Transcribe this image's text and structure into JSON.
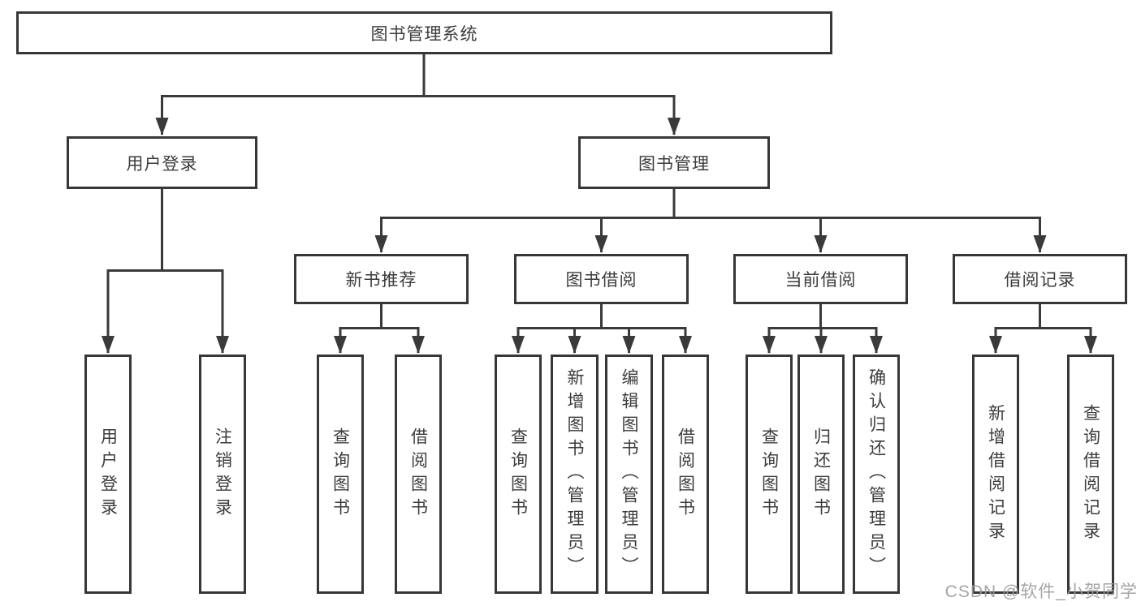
{
  "tree": {
    "label": "图书管理系统",
    "children": [
      {
        "label": "用户登录",
        "children": [
          {
            "label": "用户登录"
          },
          {
            "label": "注销登录"
          }
        ]
      },
      {
        "label": "图书管理",
        "children": [
          {
            "label": "新书推荐",
            "children": [
              {
                "label": "查询图书"
              },
              {
                "label": "借阅图书"
              }
            ]
          },
          {
            "label": "图书借阅",
            "children": [
              {
                "label": "查询图书"
              },
              {
                "label": "新增图书（管理员）"
              },
              {
                "label": "编辑图书（管理员）"
              },
              {
                "label": "借阅图书"
              }
            ]
          },
          {
            "label": "当前借阅",
            "children": [
              {
                "label": "查询图书"
              },
              {
                "label": "归还图书"
              },
              {
                "label": "确认归还（管理员）"
              }
            ]
          },
          {
            "label": "借阅记录",
            "children": [
              {
                "label": "新增借阅记录"
              },
              {
                "label": "查询借阅记录"
              }
            ]
          }
        ]
      }
    ]
  },
  "watermark": "CSDN @软件_小贺同学",
  "colors": {
    "line": "#3a3a3a",
    "text": "#3c3c3c",
    "background": "#ffffff",
    "watermark": "#9c9c9c"
  }
}
